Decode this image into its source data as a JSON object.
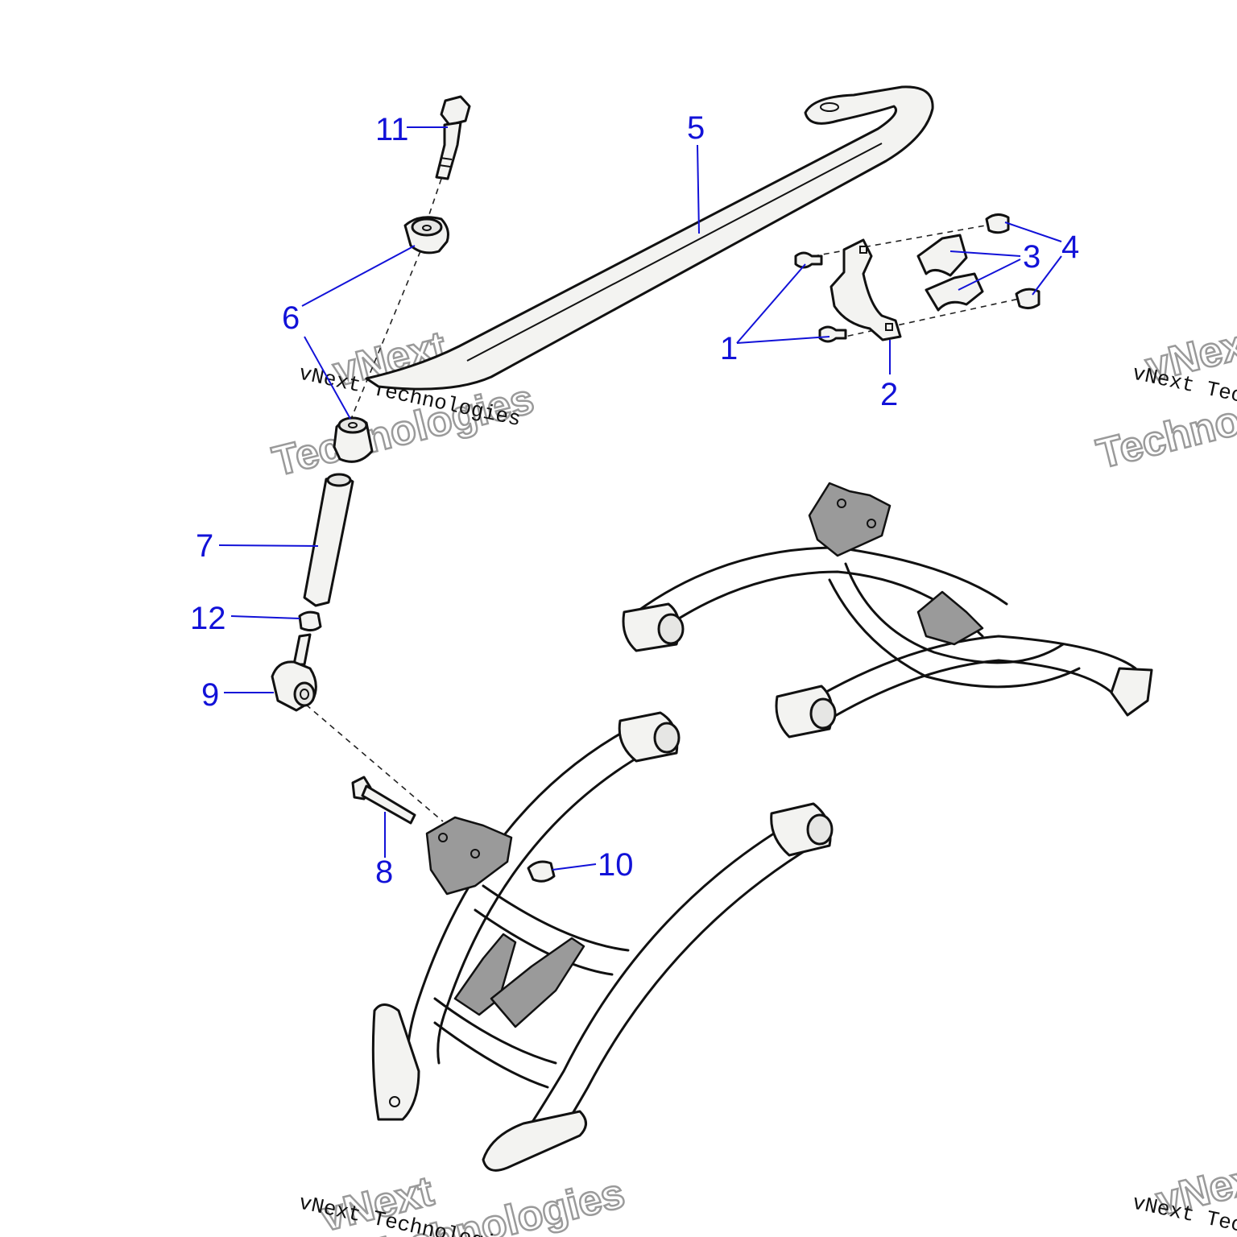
{
  "callouts": {
    "c1": "1",
    "c2": "2",
    "c3": "3",
    "c4": "4",
    "c5": "5",
    "c6": "6",
    "c7": "7",
    "c8": "8",
    "c9": "9",
    "c10": "10",
    "c11": "11",
    "c12": "12"
  },
  "watermark": {
    "small_text": "vNext Technologies",
    "large_line1": "vNext",
    "large_line2": "Technologies"
  },
  "colors": {
    "callout": "#1212d8",
    "line_art": "#111111",
    "watermark_outline": "#9a9a9a"
  }
}
